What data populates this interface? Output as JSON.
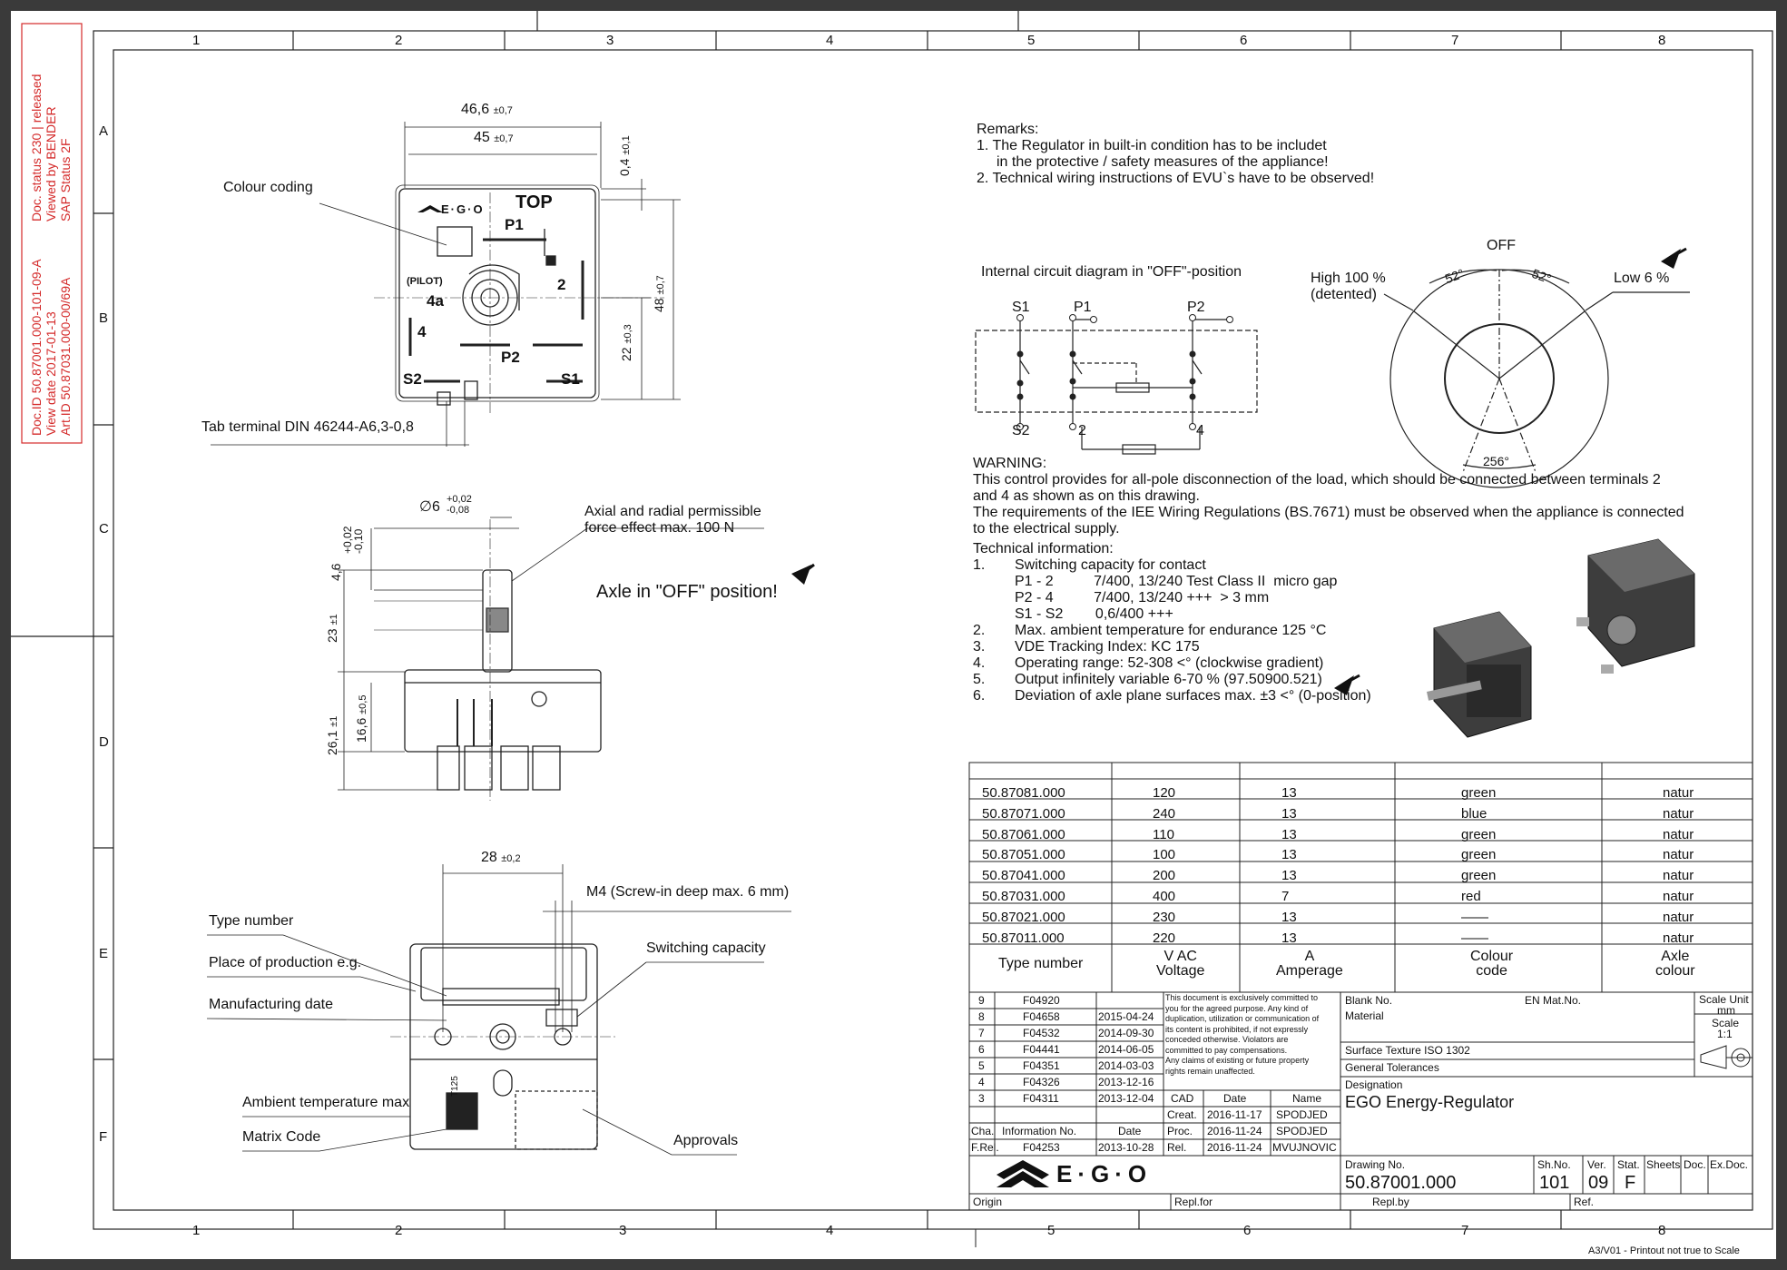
{
  "columns": [
    "1",
    "2",
    "3",
    "4",
    "5",
    "6",
    "7",
    "8"
  ],
  "rows": [
    "A",
    "B",
    "C",
    "D",
    "E",
    "F"
  ],
  "doc_info": {
    "col1": [
      "Doc.ID 50.87001.000-101-09-A",
      "View date 2017-01-13",
      "Art.ID 50.87031.000-00/69A"
    ],
    "col2": [
      "Doc. status 230 | released",
      "Viewed by BENDER",
      "SAP Status 2F"
    ]
  },
  "top_view": {
    "dim_width_outer": "46,6",
    "dim_width_outer_tol": "±0,7",
    "dim_width_inner": "45",
    "dim_width_inner_tol": "±0,7",
    "dim_top": "0,4",
    "dim_top_tol": "±0,1",
    "dim_height": "48",
    "dim_height_tol": "±0,7",
    "dim_center": "22",
    "dim_center_tol": "±0,3",
    "label_colour_coding": "Colour coding",
    "label_tab_terminal": "Tab terminal DIN 46244-A6,3-0,8",
    "logo_text": "E·G·O",
    "term_top": "TOP",
    "term_p1": "P1",
    "term_2": "2",
    "term_pilot": "(PILOT)",
    "term_4a": "4a",
    "term_4": "4",
    "term_p2": "P2",
    "term_s2": "S2",
    "term_s1": "S1"
  },
  "side_view": {
    "dim_dia": "∅6",
    "dim_dia_tol_up": "+0,02",
    "dim_dia_tol_dn": "-0,08",
    "dim_46": "4,6",
    "dim_46_tol_up": "+0,02",
    "dim_46_tol_dn": "-0,10",
    "dim_23": "23",
    "dim_23_tol": "±1",
    "dim_166": "16,6",
    "dim_166_tol": "±0,5",
    "dim_261": "26,1",
    "dim_261_tol": "±1",
    "label_axial": "Axial and radial permissible",
    "label_axial2": "force effect max. 100 N",
    "label_axle_off": "Axle in \"OFF\" position!"
  },
  "bottom_view": {
    "dim_28": "28",
    "dim_28_tol": "±0,2",
    "label_m4": "M4 (Screw-in deep max. 6 mm)",
    "label_type_number": "Type number",
    "label_place": "Place of production e.g.",
    "label_mfg_date": "Manufacturing date",
    "label_switching": "Switching capacity",
    "label_ambient": "Ambient temperature max",
    "label_matrix": "Matrix Code",
    "label_approvals": "Approvals",
    "chip_text": "T125"
  },
  "remarks": {
    "title": "Remarks:",
    "lines": [
      "1. The Regulator in built-in condition has to be includet",
      "in the protective / safety measures of the appliance!",
      "2. Technical wiring instructions of EVU`s have to be observed!"
    ]
  },
  "circuit": {
    "title": "Internal circuit diagram in \"OFF\"-position",
    "s1": "S1",
    "p1": "P1",
    "p2": "P2",
    "s2": "S2",
    "t2": "2",
    "t4": "4"
  },
  "dial": {
    "off": "OFF",
    "high": "High 100 %",
    "high2": "(detented)",
    "low": "Low 6 %",
    "angle_left": "52°",
    "angle_right": "52°",
    "angle_bottom": "256°"
  },
  "warning": {
    "title": "WARNING:",
    "lines": [
      "This control provides for all-pole disconnection of the load, which should be connected between terminals 2",
      "and 4 as shown as on this drawing.",
      "The requirements of the IEE Wiring Regulations (BS.7671) must be observed when the appliance is connected",
      "to the electrical supply."
    ]
  },
  "tech": {
    "title": "Technical information:",
    "items": [
      {
        "n": "1.",
        "t": "Switching capacity for contact"
      },
      {
        "n": "",
        "t": "P1 - 2          7/400, 13/240 Test Class II  micro gap"
      },
      {
        "n": "",
        "t": "P2 - 4          7/400, 13/240 +++  > 3 mm"
      },
      {
        "n": "",
        "t": "S1 - S2        0,6/400 +++"
      },
      {
        "n": "2.",
        "t": "Max. ambient temperature for endurance 125 °C"
      },
      {
        "n": "3.",
        "t": "VDE Tracking Index: KC 175"
      },
      {
        "n": "4.",
        "t": "Operating range: 52-308 <° (clockwise gradient)"
      },
      {
        "n": "5.",
        "t": "Output infinitely variable 6-70 % (97.50900.521)"
      },
      {
        "n": "6.",
        "t": "Deviation of axle plane surfaces max. ±3 <° (0-position)"
      }
    ]
  },
  "parts_table": {
    "rows": [
      [
        "50.87081.000",
        "120",
        "13",
        "green",
        "natur"
      ],
      [
        "50.87071.000",
        "240",
        "13",
        "blue",
        "natur"
      ],
      [
        "50.87061.000",
        "110",
        "13",
        "green",
        "natur"
      ],
      [
        "50.87051.000",
        "100",
        "13",
        "green",
        "natur"
      ],
      [
        "50.87041.000",
        "200",
        "13",
        "green",
        "natur"
      ],
      [
        "50.87031.000",
        "400",
        "7",
        "red",
        "natur"
      ],
      [
        "50.87021.000",
        "230",
        "13",
        "——",
        "natur"
      ],
      [
        "50.87011.000",
        "220",
        "13",
        "——",
        "natur"
      ]
    ],
    "headers": [
      "Type number",
      "V AC\nVoltage",
      "A\nAmperage",
      "Colour\ncode",
      "Axle\ncolour"
    ]
  },
  "revisions": [
    {
      "cha": "9",
      "info": "F04920",
      "date": ""
    },
    {
      "cha": "8",
      "info": "F04658",
      "date": "2015-04-24"
    },
    {
      "cha": "7",
      "info": "F04532",
      "date": "2014-09-30"
    },
    {
      "cha": "6",
      "info": "F04441",
      "date": "2014-06-05"
    },
    {
      "cha": "5",
      "info": "F04351",
      "date": "2014-03-03"
    },
    {
      "cha": "4",
      "info": "F04326",
      "date": "2013-12-16"
    },
    {
      "cha": "3",
      "info": "F04311",
      "date": "2013-12-04"
    }
  ],
  "rev_header": {
    "cha": "Cha.",
    "info": "Information No.",
    "date": "Date"
  },
  "rev_frel": {
    "cha": "F.Rel.",
    "info": "F04253",
    "date": "2013-10-28"
  },
  "notice": [
    "This document is exclusively committed to",
    "you for the agreed purpose. Any kind of",
    "duplication, utilization or communication of",
    "its content is prohibited, if not expressly",
    "conceded otherwise. Violators are",
    "committed to pay compensations.",
    "Any claims of existing or future property",
    "rights remain unaffected."
  ],
  "approval": {
    "cad": "CAD",
    "date_h": "Date",
    "name_h": "Name",
    "creat": "Creat.",
    "creat_date": "2016-11-17",
    "creat_name": "SPODJED",
    "proc": "Proc.",
    "proc_date": "2016-11-24",
    "proc_name": "SPODJED",
    "rel": "Rel.",
    "rel_date": "2016-11-24",
    "rel_name": "MVUJNOVIC"
  },
  "titleblock": {
    "blank_no": "Blank No.",
    "en_mat": "EN Mat.No.",
    "material": "Material",
    "scale_unit": "Scale Unit",
    "mm": "mm",
    "scale": "Scale",
    "scale_val": "1:1",
    "surface": "Surface Texture ISO 1302",
    "tolerances": "General Tolerances",
    "designation": "Designation",
    "designation_val": "EGO Energy-Regulator",
    "drawing_no": "Drawing No.",
    "drawing_no_val": "50.87001.000",
    "shno": "Sh.No.",
    "shno_val": "101",
    "ver": "Ver.",
    "ver_val": "09",
    "stat": "Stat.",
    "stat_val": "F",
    "sheets": "Sheets",
    "doc": "Doc.",
    "exdoc": "Ex.Doc.",
    "logo": "E·G·O",
    "origin": "Origin",
    "replfor": "Repl.for",
    "replby": "Repl.by",
    "ref": "Ref."
  },
  "footer": "A3/V01 - Printout not true to Scale"
}
